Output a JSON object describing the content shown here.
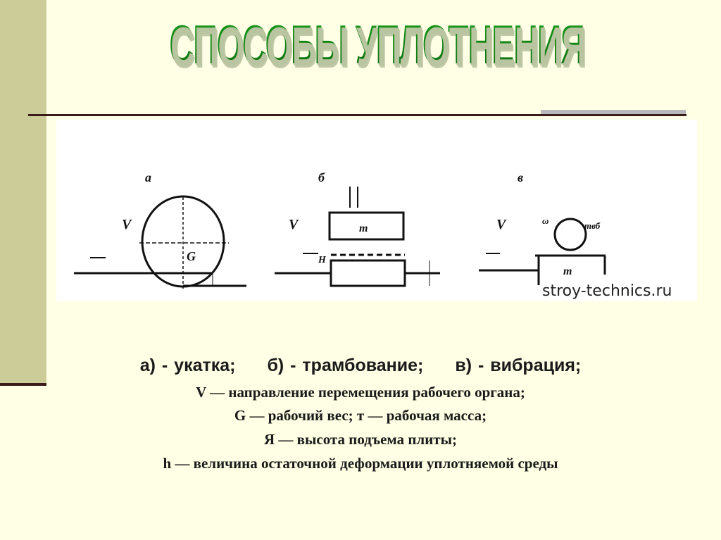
{
  "slide": {
    "title": "СПОСОБЫ УПЛОТНЕНИЯ",
    "figure": {
      "panel_labels": [
        "а",
        "б",
        "в"
      ],
      "symbols": {
        "v": "V",
        "g": "G",
        "m": "m",
        "h": "H",
        "mvb": "mвб",
        "omega": "ω"
      },
      "watermark": "stroy-technics.ru"
    },
    "captions": {
      "methods": [
        "а) - укатка;",
        "б) - трамбование;",
        "в) - вибрация;"
      ],
      "line2": "V — направление перемещения рабочего органа;",
      "line3": "G — рабочий вес; т — рабочая масса;",
      "line4": "Я — высота подъема плиты;",
      "line5": "h — величина остаточной деформации уплотняемой среды"
    },
    "colors": {
      "background": "#FFFFE5",
      "sidebar": "#CCCC99",
      "title": "#0a8a12"
    }
  }
}
